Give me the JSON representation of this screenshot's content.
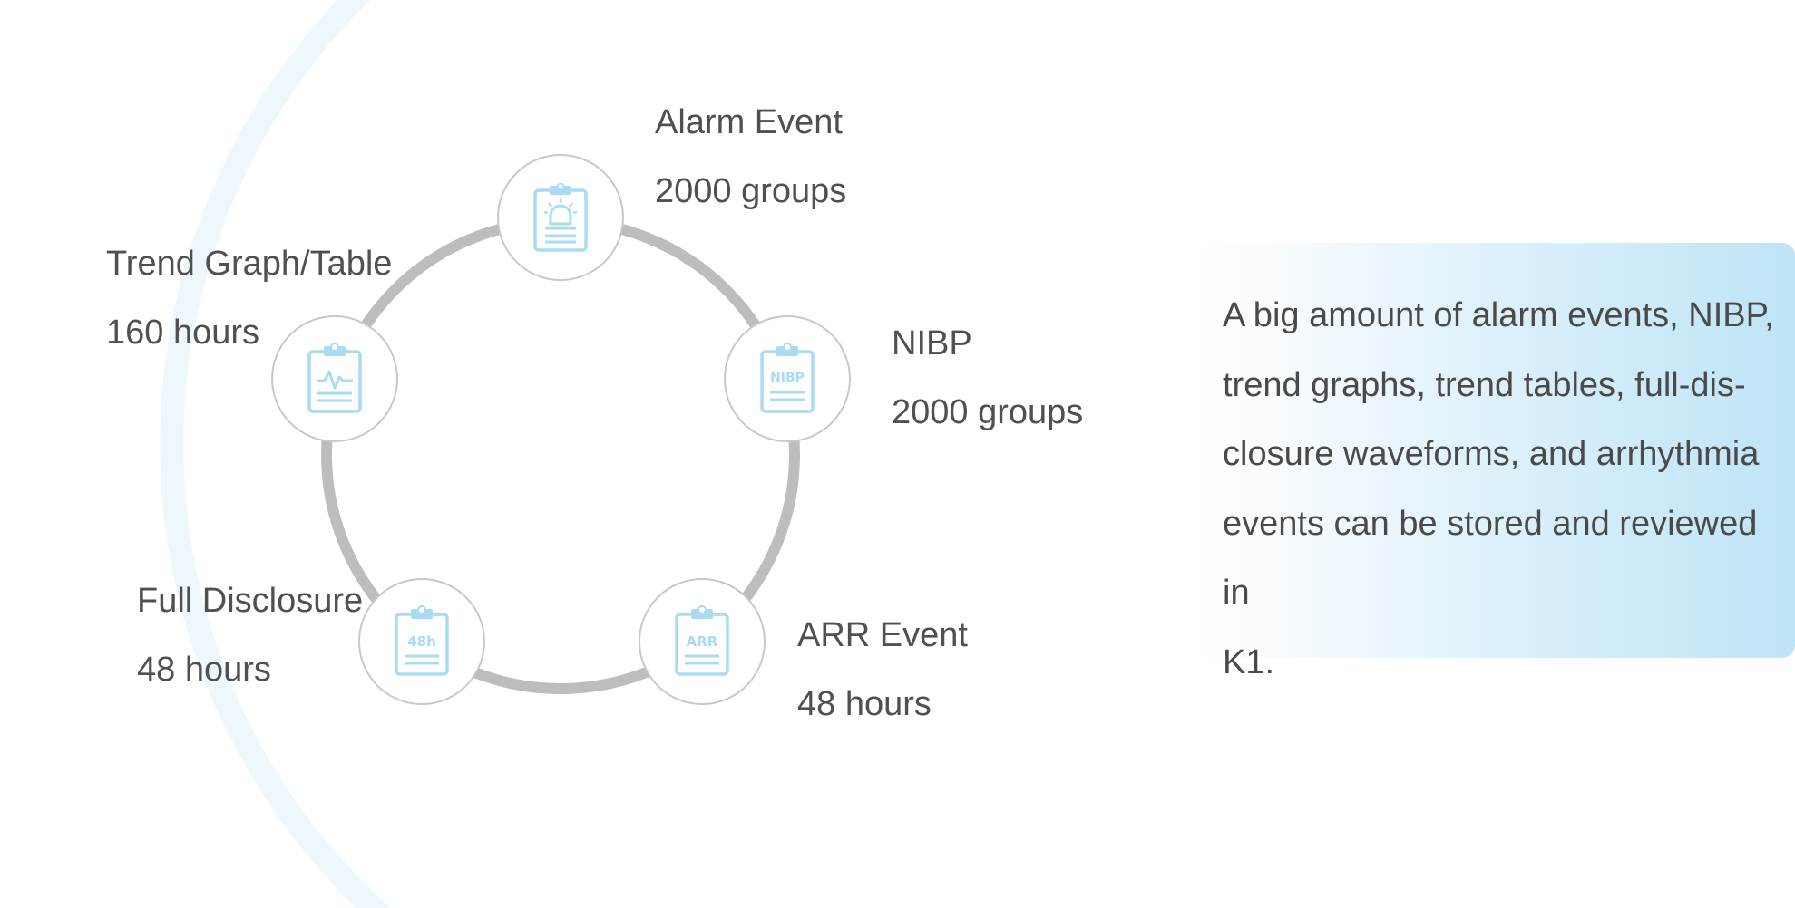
{
  "colors": {
    "ring": "#bdbdbd",
    "node_border": "#c8c8c8",
    "icon": "#a9dcf1",
    "text": "#505050",
    "panel_accent": "#bee4f6",
    "bg_arc": "#eef7fc"
  },
  "nodes": [
    {
      "id": "alarm",
      "icon": "alarm-siren-clipboard-icon",
      "title": "Alarm Event",
      "value": "2000 groups"
    },
    {
      "id": "nibp",
      "icon": "nibp-clipboard-icon",
      "icon_text": "NIBP",
      "title": "NIBP",
      "value": "2000 groups"
    },
    {
      "id": "arr",
      "icon": "arr-clipboard-icon",
      "icon_text": "ARR",
      "title": "ARR Event",
      "value": "48 hours"
    },
    {
      "id": "full",
      "icon": "48h-clipboard-icon",
      "icon_text": "48h",
      "title": "Full Disclosure",
      "value": "48 hours"
    },
    {
      "id": "trend",
      "icon": "waveform-clipboard-icon",
      "title": "Trend Graph/Table",
      "value": "160 hours"
    }
  ],
  "description": {
    "lines": [
      "A big amount of alarm events, NIBP,",
      "trend graphs, trend tables, full-dis-",
      "closure waveforms, and arrhythmia",
      "events can be stored and reviewed in",
      "K1."
    ]
  }
}
